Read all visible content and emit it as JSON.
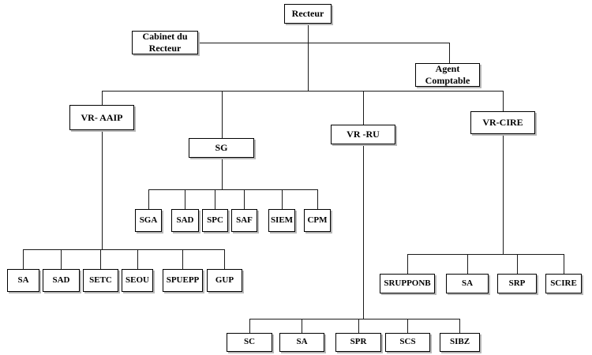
{
  "nodes": {
    "recteur": {
      "label": "Recteur"
    },
    "cabinet": {
      "label": "Cabinet du\nRecteur"
    },
    "agent": {
      "label": "Agent\nComptable"
    },
    "vr_aaip": {
      "label": "VR- AAIP"
    },
    "sg": {
      "label": "SG"
    },
    "vr_ru": {
      "label": "VR -RU"
    },
    "vr_cire": {
      "label": "VR-CIRE"
    },
    "sga": {
      "label": "SGA"
    },
    "sad_sg": {
      "label": "SAD"
    },
    "spc": {
      "label": "SPC"
    },
    "saf": {
      "label": "SAF"
    },
    "siem": {
      "label": "SIEM"
    },
    "cpm": {
      "label": "CPM"
    },
    "sa_aaip": {
      "label": "SA"
    },
    "sad_aaip": {
      "label": "SAD"
    },
    "setc": {
      "label": "SETC"
    },
    "seou": {
      "label": "SEOU"
    },
    "spuepp": {
      "label": "SPUEPP"
    },
    "gup": {
      "label": "GUP"
    },
    "srupponb": {
      "label": "SRUPPONB"
    },
    "sa_cire": {
      "label": "SA"
    },
    "srp": {
      "label": "SRP"
    },
    "scire": {
      "label": "SCIRE"
    },
    "sc": {
      "label": "SC"
    },
    "sa_ru": {
      "label": "SA"
    },
    "spr": {
      "label": "SPR"
    },
    "scs": {
      "label": "SCS"
    },
    "sibz": {
      "label": "SIBZ"
    }
  },
  "hierarchy": {
    "root": "Recteur",
    "staff_of_root": [
      "Cabinet du Recteur",
      "Agent Comptable"
    ],
    "branches": [
      {
        "parent": "VR- AAIP",
        "children": [
          "SA",
          "SAD",
          "SETC",
          "SEOU",
          "SPUEPP",
          "GUP"
        ]
      },
      {
        "parent": "SG",
        "children": [
          "SGA",
          "SAD",
          "SPC",
          "SAF",
          "SIEM",
          "CPM"
        ]
      },
      {
        "parent": "VR -RU",
        "children": [
          "SC",
          "SA",
          "SPR",
          "SCS",
          "SIBZ"
        ]
      },
      {
        "parent": "VR-CIRE",
        "children": [
          "SRUPPONB",
          "SA",
          "SRP",
          "SCIRE"
        ]
      }
    ]
  },
  "colors": {
    "line": "#1a1a1a",
    "box_border": "#000000",
    "box_background": "#ffffff",
    "box_shadow": "#b8b8b8",
    "text": "#000000",
    "page_background": "#ffffff"
  }
}
